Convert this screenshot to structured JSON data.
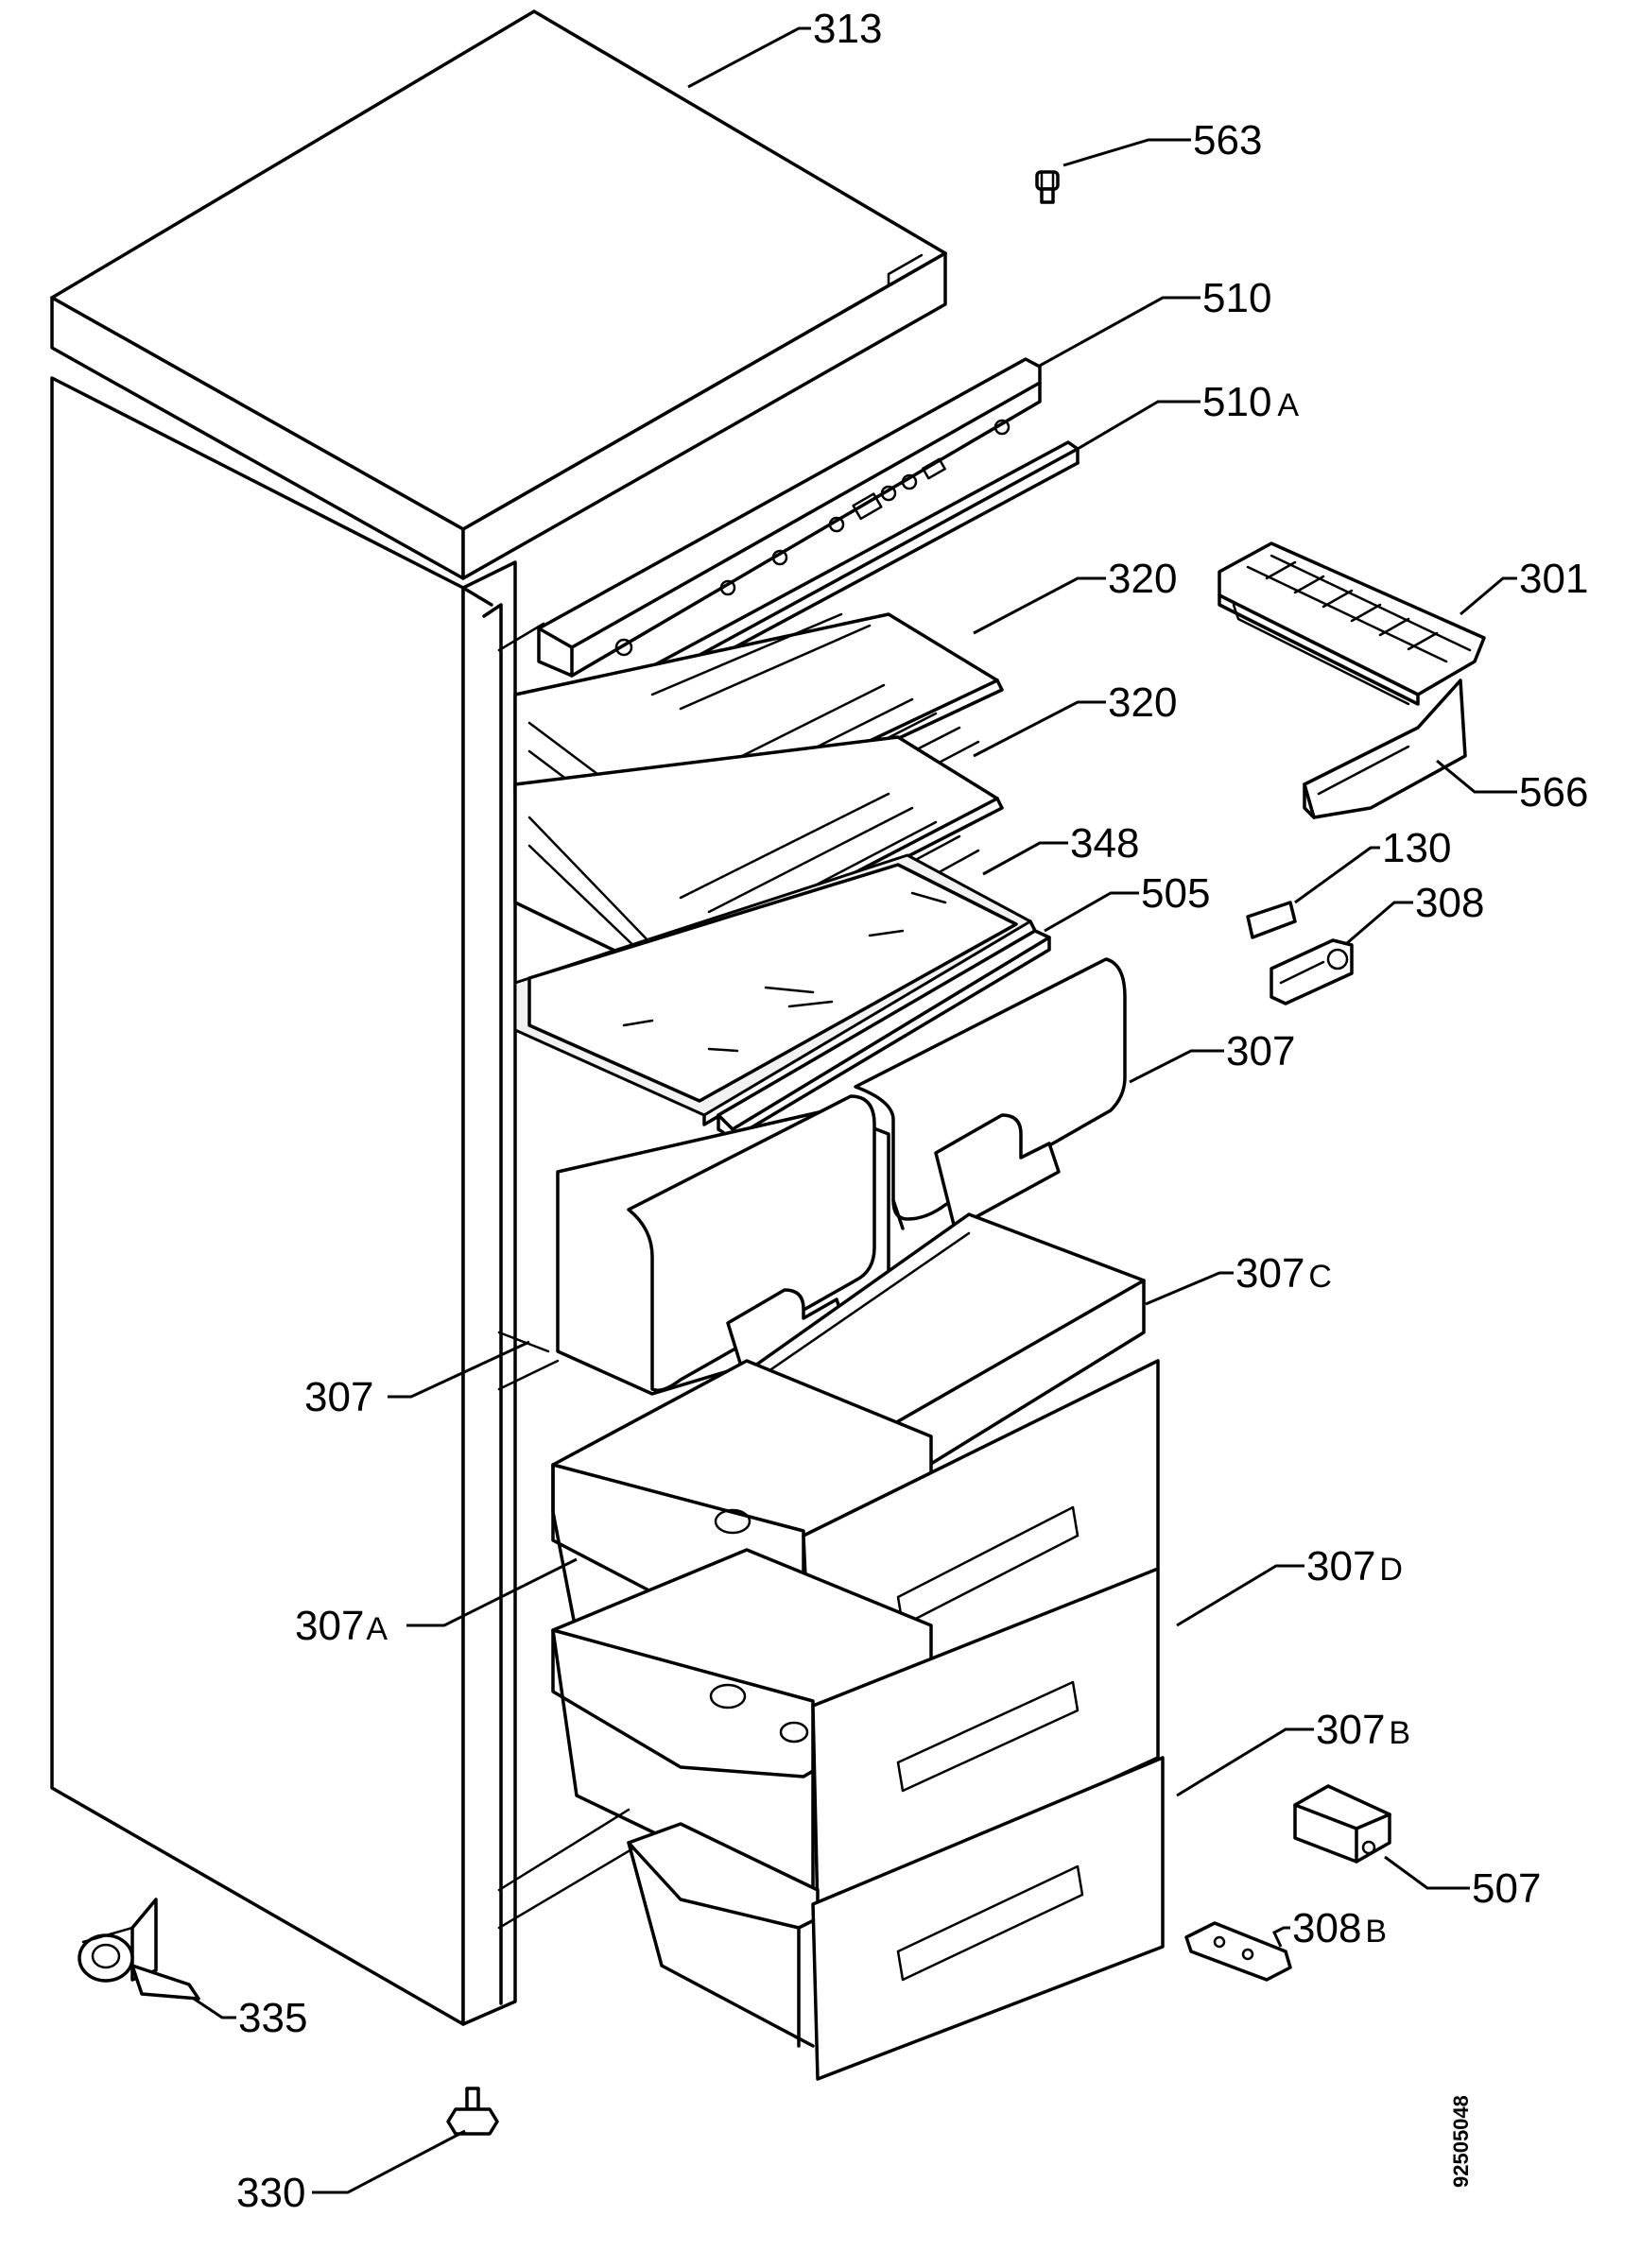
{
  "labels": {
    "p313": "313",
    "p563": "563",
    "p510": "510",
    "p510a_num": "510",
    "p510a_suf": "A",
    "p320a": "320",
    "p301": "301",
    "p320b": "320",
    "p566": "566",
    "p348": "348",
    "p130": "130",
    "p505": "505",
    "p308": "308",
    "p307_right": "307",
    "p307c_num": "307",
    "p307c_suf": "C",
    "p307_left": "307",
    "p307d_num": "307",
    "p307d_suf": "D",
    "p307a_num": "307",
    "p307a_suf": "A",
    "p307b_num": "307",
    "p307b_suf": "B",
    "p507": "507",
    "p308b_num": "308",
    "p308b_suf": "B",
    "p335": "335",
    "p330": "330"
  },
  "drawing_code": "92505048"
}
